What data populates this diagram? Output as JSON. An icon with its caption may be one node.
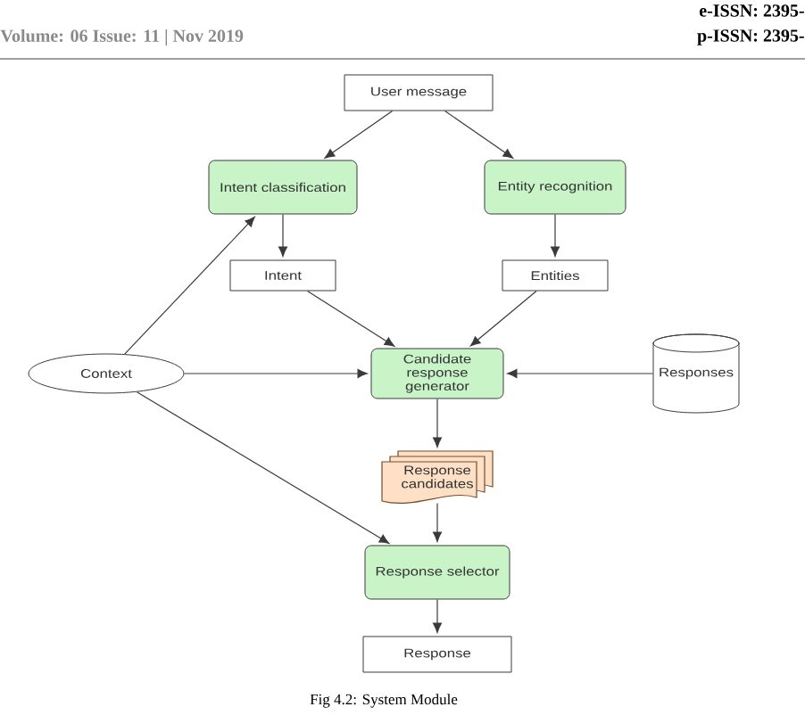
{
  "diagram": {
    "caption": "Fig 4.2: System Module",
    "nodes": [
      {
        "text": [
          "User message"
        ]
      },
      {
        "text": [
          "Intent classification"
        ]
      },
      {
        "text": [
          "Entity recognition"
        ]
      },
      {
        "text": [
          "Intent"
        ]
      },
      {
        "text": [
          "Entities"
        ]
      },
      {
        "text": [
          "Context"
        ]
      },
      {
        "text": [
          "Candidate response generator"
        ]
      },
      {
        "text": [
          "Responses"
        ]
      },
      {
        "text": [
          "Response candidates"
        ]
      },
      {
        "text": [
          "Response selector"
        ]
      },
      {
        "text": [
          "Response"
        ]
      }
    ],
    "edges": [
      {
        "from": 0,
        "to": 1,
        "arrow": "to"
      },
      {
        "from": 0,
        "to": 2,
        "arrow": "to"
      },
      {
        "from": 1,
        "to": 3,
        "arrow": "to"
      },
      {
        "from": 2,
        "to": 4,
        "arrow": "to"
      },
      {
        "from": 3,
        "to": 6,
        "arrow": "to"
      },
      {
        "from": 4,
        "to": 6,
        "arrow": "to"
      },
      {
        "from": 5,
        "to": 1,
        "arrow": "to"
      },
      {
        "from": 5,
        "to": 6,
        "arrow": "to"
      },
      {
        "from": 7,
        "to": 6,
        "arrow": "to"
      },
      {
        "from": 5,
        "to": 9,
        "arrow": "to"
      },
      {
        "from": 6,
        "to": 8,
        "arrow": "to"
      },
      {
        "from": 8,
        "to": 9,
        "arrow": "to"
      },
      {
        "from": 9,
        "to": 10,
        "arrow": "to"
      }
    ],
    "labels": [
      "e-ISSN: 2395-",
      "Volume: 06 Issue: 11 | Nov 2019",
      "p-ISSN: 2395-"
    ]
  }
}
